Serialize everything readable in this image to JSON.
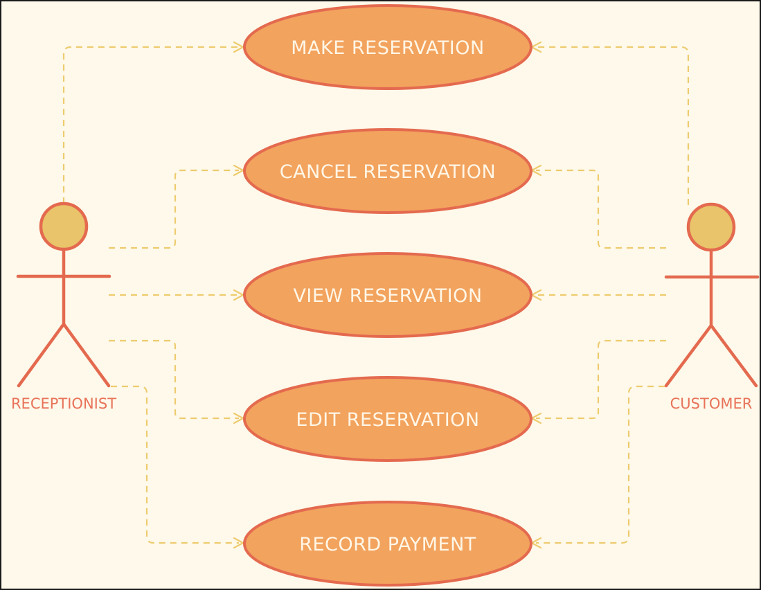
{
  "actors": {
    "receptionist": {
      "label": "RECEPTIONIST"
    },
    "customer": {
      "label": "CUSTOMER"
    }
  },
  "use_cases": [
    {
      "id": "make",
      "label": "MAKE RESERVATION"
    },
    {
      "id": "cancel",
      "label": "CANCEL RESERVATION"
    },
    {
      "id": "view",
      "label": "VIEW RESERVATION"
    },
    {
      "id": "edit",
      "label": "EDIT RESERVATION"
    },
    {
      "id": "record",
      "label": "RECORD PAYMENT"
    }
  ],
  "colors": {
    "background": "#FEF9EA",
    "ellipse_fill": "#F2A35E",
    "ellipse_stroke": "#E46A4F",
    "connector": "#EDCB6F",
    "actor_head": "#E9C46A",
    "text_light": "#FFF6E6",
    "actor_text": "#E8735A"
  }
}
